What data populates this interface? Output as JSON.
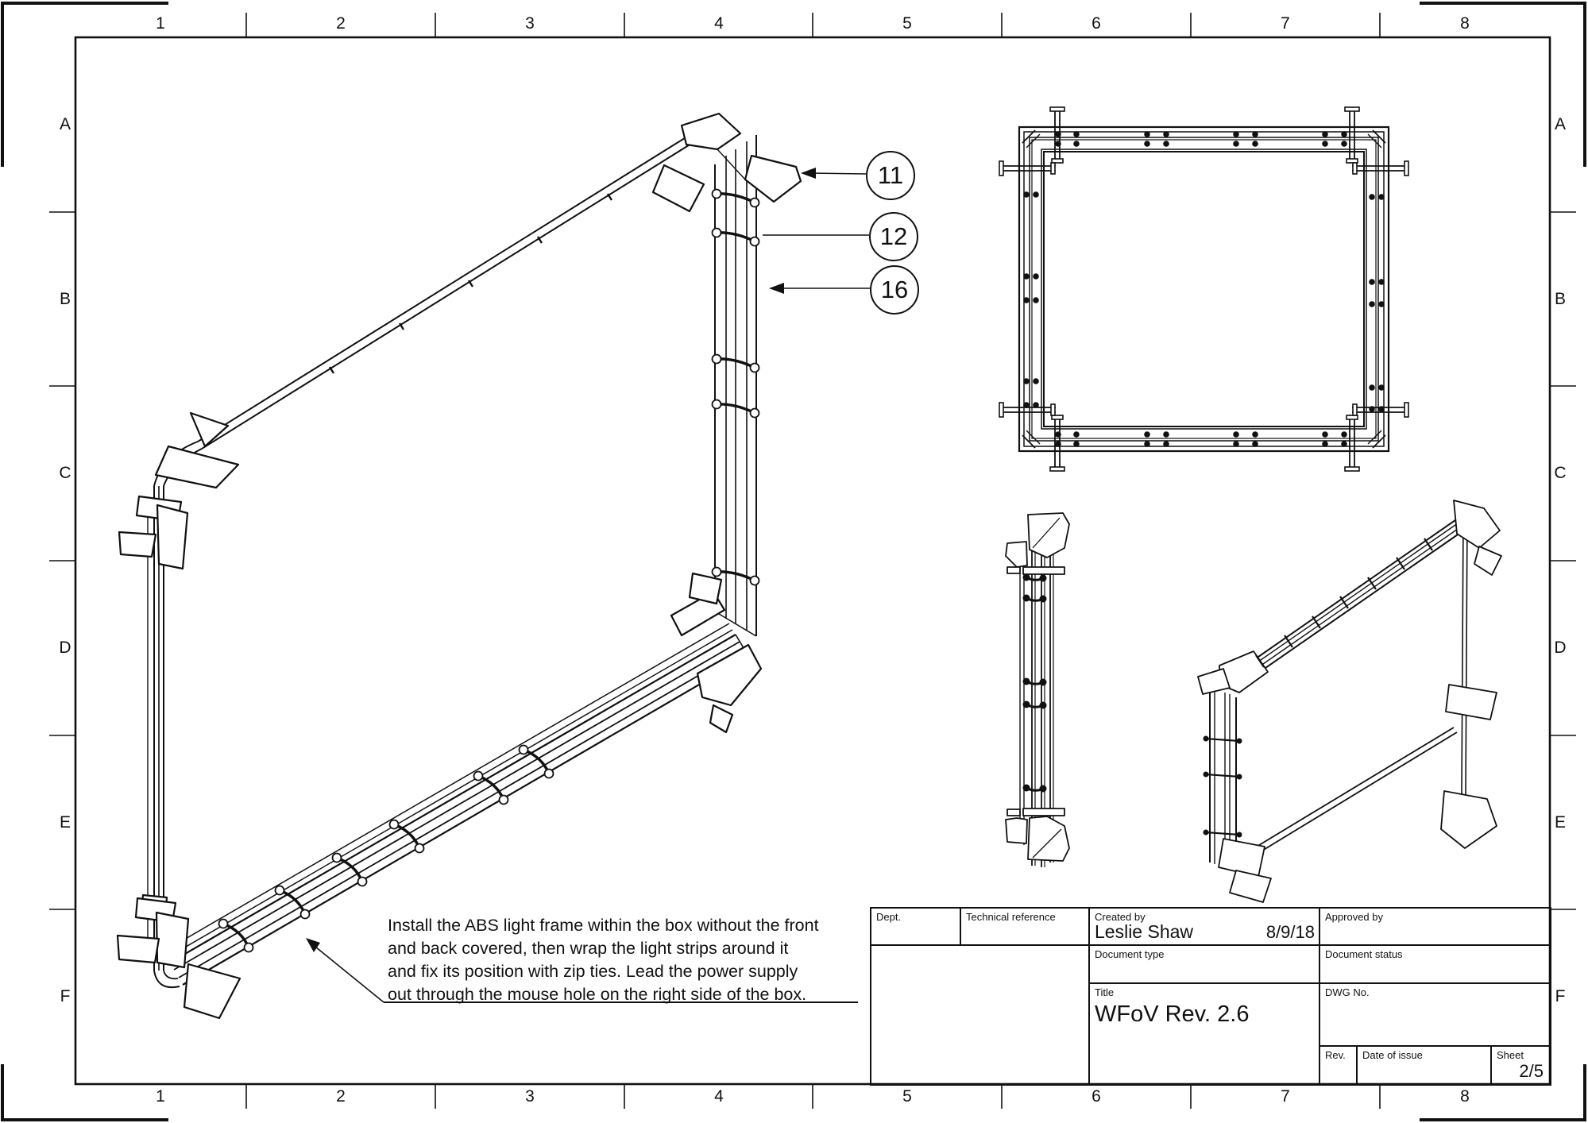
{
  "drawing": {
    "colors": {
      "line": "#111111",
      "background": "#ffffff"
    },
    "grid": {
      "columns": [
        "1",
        "2",
        "3",
        "4",
        "5",
        "6",
        "7",
        "8"
      ],
      "rows": [
        "A",
        "B",
        "C",
        "D",
        "E",
        "F"
      ]
    },
    "callouts": [
      {
        "label": "11"
      },
      {
        "label": "12"
      },
      {
        "label": "16"
      }
    ],
    "note_lines": [
      "Install the ABS light frame within the box without the front",
      "and back covered, then wrap the light strips around it",
      "and fix its position with zip ties. Lead the power supply",
      "out through the mouse hole on the right side of the box."
    ],
    "title_block": {
      "dept_label": "Dept.",
      "technical_reference_label": "Technical reference",
      "created_by_label": "Created by",
      "created_by_value": "Leslie Shaw",
      "created_date": "8/9/18",
      "approved_by_label": "Approved by",
      "document_type_label": "Document type",
      "document_status_label": "Document status",
      "title_label": "Title",
      "title_value": "WFoV Rev. 2.6",
      "dwg_no_label": "DWG No.",
      "rev_label": "Rev.",
      "date_of_issue_label": "Date of issue",
      "sheet_label": "Sheet",
      "sheet_value": "2/5"
    }
  }
}
